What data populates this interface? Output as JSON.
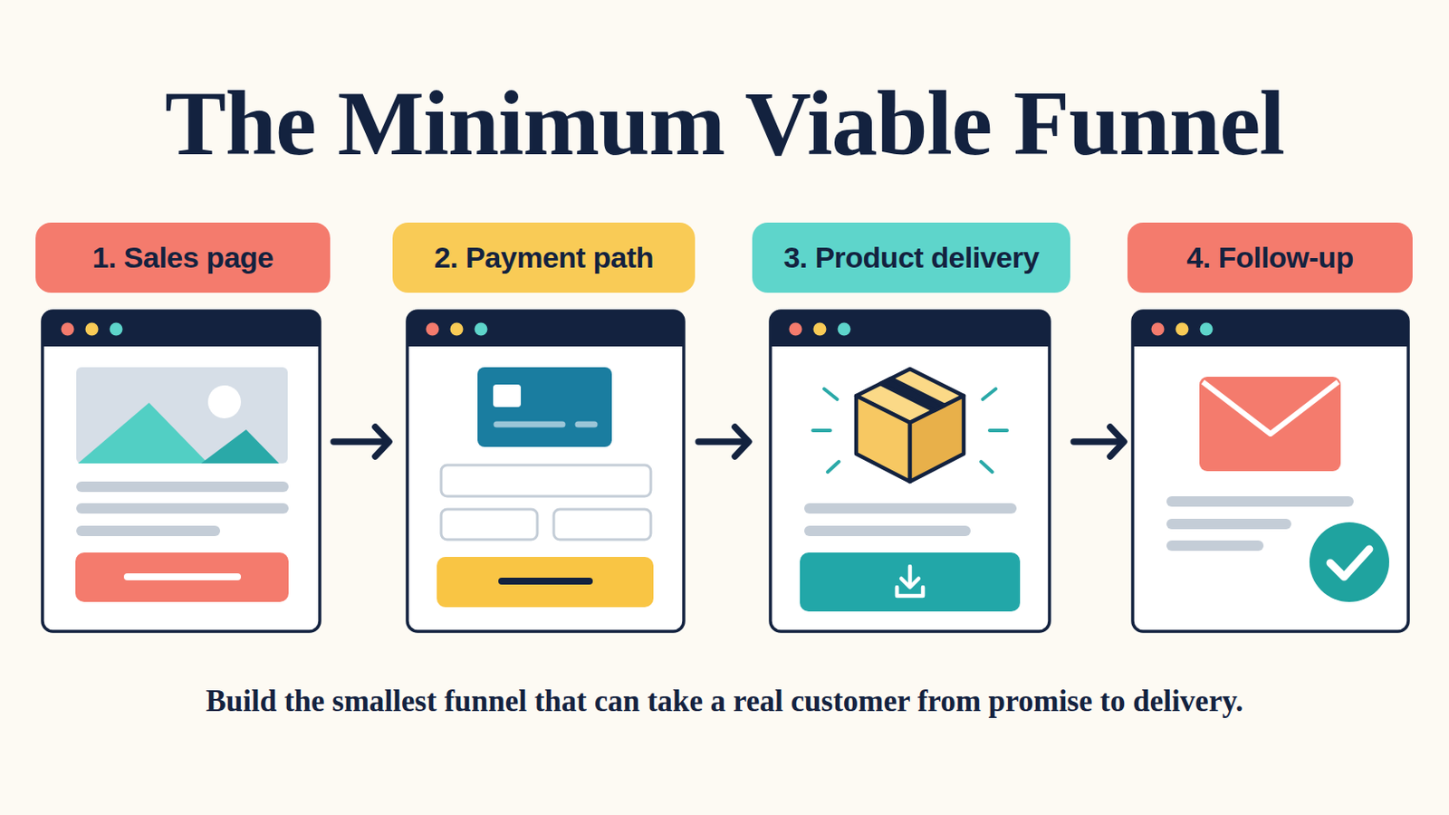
{
  "diagram": {
    "title": "The Minimum Viable Funnel",
    "caption": "Build the smallest funnel that can take a real customer from promise to delivery.",
    "nodes": [
      {
        "text": [
          "1. Sales page"
        ]
      },
      {
        "text": [
          "2. Payment path"
        ]
      },
      {
        "text": [
          "3. Product delivery"
        ]
      },
      {
        "text": [
          "4. Follow-up"
        ]
      }
    ],
    "edges": [
      {
        "from": 0,
        "to": 1,
        "arrow": "to"
      },
      {
        "from": 1,
        "to": 2,
        "arrow": "to"
      },
      {
        "from": 2,
        "to": 3,
        "arrow": "to"
      }
    ]
  }
}
